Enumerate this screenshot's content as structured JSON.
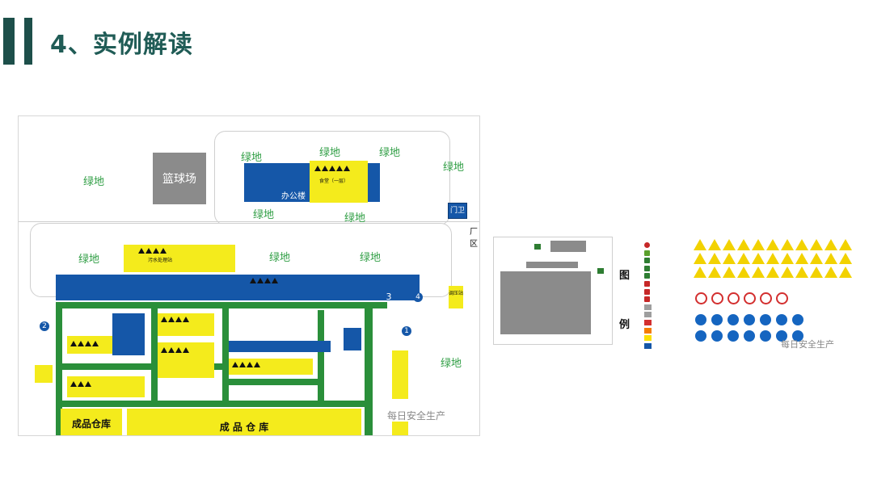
{
  "header": {
    "title": "4、实例解读"
  },
  "map": {
    "green_label": "绿地",
    "basketball": "篮球场",
    "office": "办公楼",
    "canteen": "食堂（一层）",
    "gate": "门卫",
    "factory_area": "厂区",
    "sewage": "污水处理站",
    "substation": "调压站",
    "warehouse_left": "成品仓库",
    "warehouse_main": "成 品 仓 库",
    "exit_numbers": [
      "1",
      "2",
      "3",
      "4"
    ],
    "watermark": "每日安全生产"
  },
  "legend": {
    "title_top": "图",
    "title_bottom": "例",
    "items": [
      {
        "icon": "assembly-point-icon",
        "color": "#c62828"
      },
      {
        "icon": "evacuation-route-icon",
        "color": "#5aa02c"
      },
      {
        "icon": "safety-exit-icon",
        "color": "#2e7d32"
      },
      {
        "icon": "emergency-exit-icon",
        "color": "#2e7d32"
      },
      {
        "icon": "muster-point-icon",
        "color": "#2e7d32"
      },
      {
        "icon": "fire-extinguisher-icon",
        "color": "#c62828"
      },
      {
        "icon": "fire-hydrant-icon",
        "color": "#c62828"
      },
      {
        "icon": "emergency-light-icon",
        "color": "#c62828"
      },
      {
        "icon": "stairs-swatch",
        "color": "#9e9e9e"
      },
      {
        "icon": "walkway-swatch",
        "color": "#9e9e9e"
      },
      {
        "icon": "major-risk-swatch",
        "color": "#d32f2f"
      },
      {
        "icon": "high-risk-swatch",
        "color": "#f57c00"
      },
      {
        "icon": "general-risk-swatch",
        "color": "#fbe000"
      },
      {
        "icon": "low-risk-swatch",
        "color": "#1557a8"
      }
    ],
    "warning_sign_count": 33,
    "prohibition_sign_count": 6,
    "mandatory_sign_count": 14
  },
  "colors": {
    "heading": "#205c56",
    "risk_blue": "#1557a8",
    "risk_yellow": "#f4eb1c",
    "walkway_green": "#2a8f3a",
    "green_text": "#2f9e44"
  }
}
